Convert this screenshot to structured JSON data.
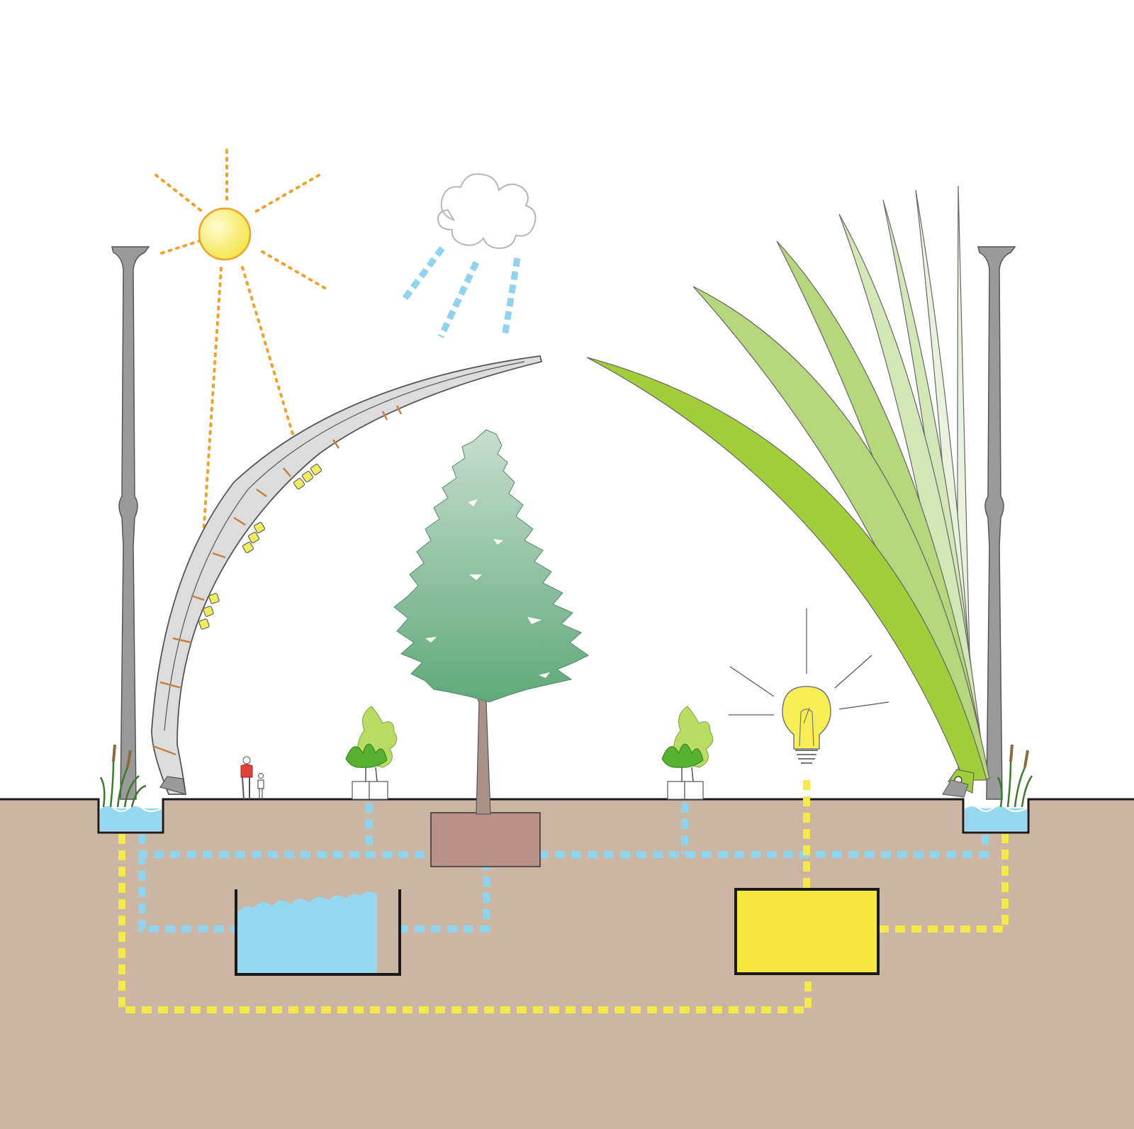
{
  "diagram": {
    "colors": {
      "background": "#ffffff",
      "soil": "#cbb6a4",
      "ground_line": "#1a1a1a",
      "sun_rays": "#f2a02c",
      "sun_fill_light": "#fffbd0",
      "sun_fill_dark": "#f3e64a",
      "rain": "#8fd3ee",
      "water_line": "#8fd3ee",
      "power_line": "#f5e84a",
      "water_tank": "#95d8ef",
      "battery": "#f5e840",
      "root_ball": "#b89288",
      "trunk": "#a9928a",
      "tree_top": "#c8ddd0",
      "tree_bottom": "#5fa97a",
      "leaf_dark": "#a3ce3c",
      "leaf_mid": "#b5d67a",
      "leaf_light": "#d3e6b5",
      "leaf_pale": "#e8f1dc",
      "column": "#9a9a9a",
      "arch": "#dcdcdc",
      "solar_cell": "#efec60",
      "bulb": "#f7ee55",
      "shrub": "#b9dc63",
      "shrub_dark": "#58b030",
      "person": "#e2403a"
    },
    "icons": [
      "sun-icon",
      "cloud-icon",
      "light-bulb-icon",
      "person-icon"
    ],
    "elements": [
      "sun",
      "rain-cloud",
      "solar-arch",
      "leaf-canopy",
      "left-column",
      "right-column",
      "central-tree",
      "root-ball",
      "planter-left",
      "planter-right",
      "pedestrians",
      "light-bulb",
      "left-wetland-pond",
      "right-wetland-pond",
      "water-storage-tank",
      "battery-storage",
      "water-pipes",
      "power-lines"
    ]
  }
}
